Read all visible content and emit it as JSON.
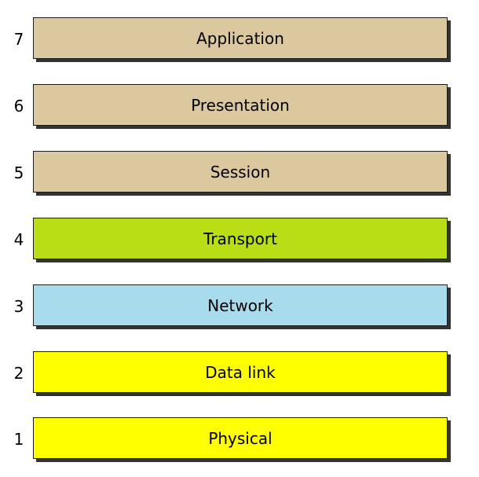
{
  "layers": [
    {
      "number": "7",
      "name": "Application",
      "color": "#dcc89f"
    },
    {
      "number": "6",
      "name": "Presentation",
      "color": "#dcc89f"
    },
    {
      "number": "5",
      "name": "Session",
      "color": "#dcc89f"
    },
    {
      "number": "4",
      "name": "Transport",
      "color": "#b9de16"
    },
    {
      "number": "3",
      "name": "Network",
      "color": "#a8dcec"
    },
    {
      "number": "2",
      "name": "Data link",
      "color": "#ffff00"
    },
    {
      "number": "1",
      "name": "Physical",
      "color": "#ffff00"
    }
  ]
}
